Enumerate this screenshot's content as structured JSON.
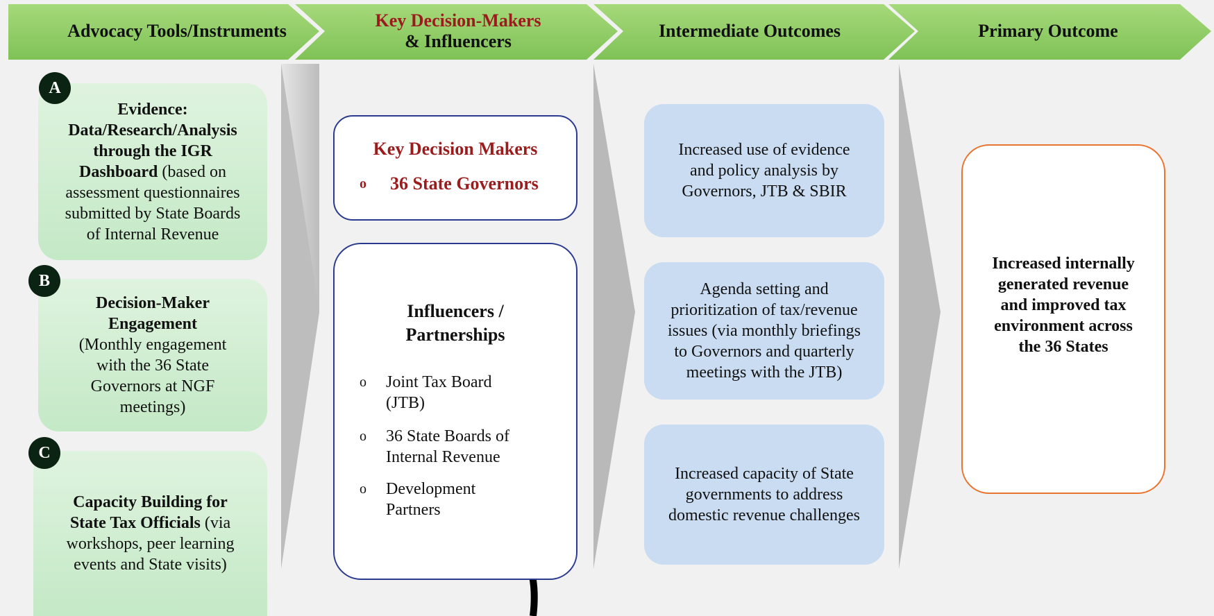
{
  "headers": {
    "col1": "Advocacy Tools/Instruments",
    "col2_line1": "Key Decision-Makers",
    "col2_line2": "& Influencers",
    "col3": "Intermediate Outcomes",
    "col4": "Primary Outcome"
  },
  "colors": {
    "header_green": "#8fcd5f",
    "header_text_red": "#9b1c1c",
    "tool_box_green": "#c9ebc9",
    "outcome_blue": "#c9dcf1",
    "primary_border_orange": "#e8742e",
    "box_border_navy": "#2a3b8f"
  },
  "tools": [
    {
      "badge": "A",
      "bold_lines": [
        "Evidence:",
        "Data/Research/Analysis",
        "through the IGR",
        "Dashboard"
      ],
      "plain_tail": " (based on",
      "plain_lines": [
        "assessment questionnaires",
        "submitted by State Boards",
        "of Internal Revenue"
      ]
    },
    {
      "badge": "B",
      "bold_lines": [
        "Decision-Maker",
        "Engagement"
      ],
      "plain_lines": [
        "(Monthly engagement",
        "with the 36 State",
        "Governors at NGF",
        "meetings)"
      ]
    },
    {
      "badge": "C",
      "bold_lines": [
        "Capacity Building for",
        "State Tax Officials"
      ],
      "plain_tail": " (via",
      "plain_lines": [
        "workshops, peer learning",
        "events and State visits)"
      ]
    }
  ],
  "decision_makers": {
    "title": "Key Decision Makers",
    "bullet": "o",
    "item": "36 State Governors"
  },
  "influencers": {
    "title_line1": "Influencers /",
    "title_line2": "Partnerships",
    "bullet": "o",
    "items": [
      {
        "line1": "Joint Tax Board",
        "line2": "(JTB)"
      },
      {
        "line1": "36 State Boards of",
        "line2": "Internal Revenue"
      },
      {
        "line1": "Development",
        "line2": "Partners"
      }
    ]
  },
  "intermediate_outcomes": [
    {
      "lines": [
        "Increased use of evidence",
        "and policy analysis by",
        "Governors, JTB & SBIR"
      ]
    },
    {
      "lines": [
        "Agenda setting and",
        "prioritization of tax/revenue",
        "issues (via monthly briefings",
        "to Governors and quarterly",
        "meetings with the JTB)"
      ]
    },
    {
      "lines": [
        "Increased capacity of State",
        "governments to address",
        "domestic revenue challenges"
      ]
    }
  ],
  "primary_outcome": {
    "lines": [
      "Increased internally",
      "generated revenue",
      "and improved tax",
      "environment across",
      "the 36 States"
    ]
  }
}
